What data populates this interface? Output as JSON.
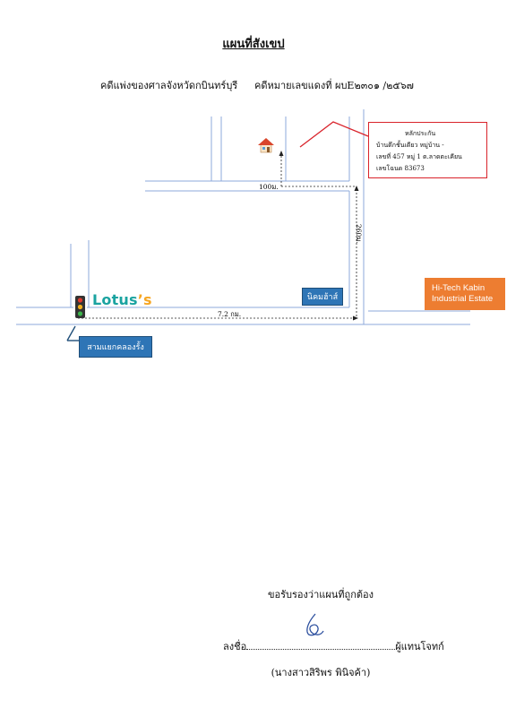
{
  "header": {
    "title": "แผนที่สังเขป",
    "court": "คดีแพ่งของศาลจังหวัดกบินทร์บุรี",
    "case_number": "คดีหมายเลขแดงที่  ผบE๒๓๐๑ /๒๕๖๗"
  },
  "map": {
    "collateral": {
      "heading": "หลักประกัน",
      "line1": "บ้านตึกชั้นเดียว หมู่บ้าน -",
      "line2": "เลขที่ 457    หมู่ 1  ต.ลาดตะเคียน",
      "line3": "เลขโฉนด 83673"
    },
    "distance_100": "100ม.",
    "distance_260": "260ม.",
    "distance_72": "7.2 กม.",
    "lotus": {
      "main": "Lotus",
      "suffix": "’s"
    },
    "nikhom_label": "นิคมฮ้าส์",
    "hitech_line1": "Hi-Tech Kabin",
    "hitech_line2": "Industrial Estate",
    "junction_label": "สามแยกคลองรั้ง",
    "colors": {
      "road": "#8eaadb",
      "pointer": "#d9232b",
      "label_blue": "#2e75b6",
      "label_orange": "#ed7d31",
      "lotus_teal": "#1aa3a0",
      "lotus_orange": "#f6a623"
    }
  },
  "footer": {
    "certify": "ขอรับรองว่าแผนที่ถูกต้อง",
    "sign_label": "ลงชื่อ",
    "sign_role": "ผู้แทนโจทก์",
    "signer_name": "(นางสาวสิริพร พินิจค้า)"
  }
}
